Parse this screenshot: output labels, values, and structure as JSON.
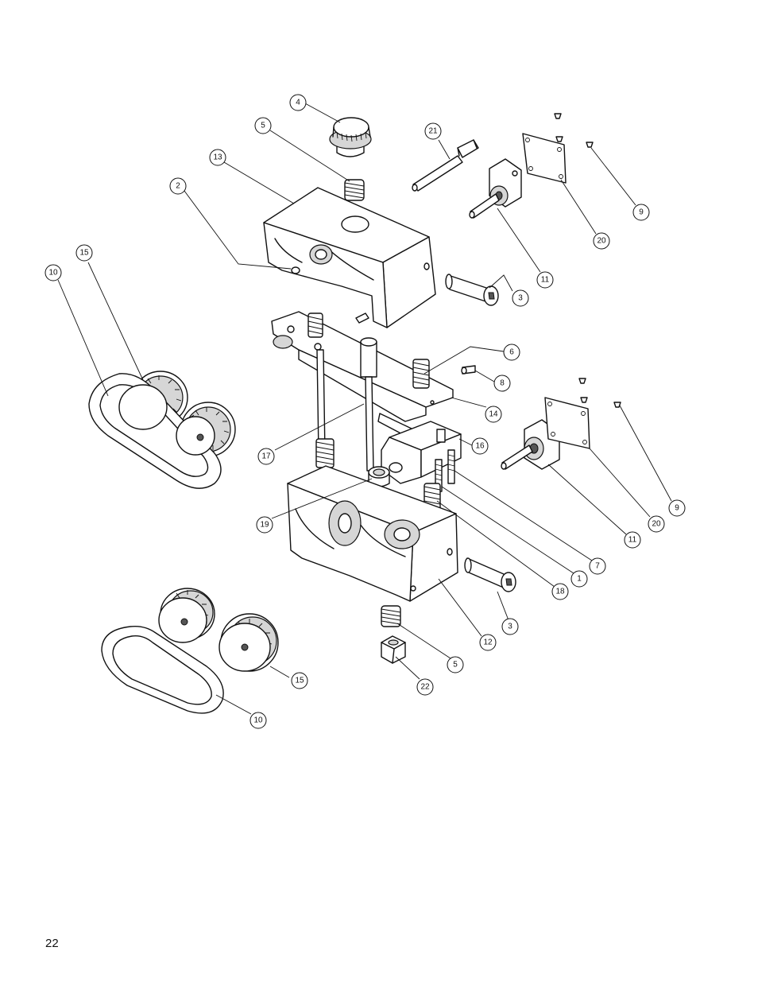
{
  "page": {
    "number": "22"
  },
  "diagram": {
    "callouts": [
      {
        "id": "c1",
        "label": "4"
      },
      {
        "id": "c2",
        "label": "5"
      },
      {
        "id": "c3",
        "label": "13"
      },
      {
        "id": "c4",
        "label": "2"
      },
      {
        "id": "c5",
        "label": "21"
      },
      {
        "id": "c6",
        "label": "9"
      },
      {
        "id": "c7",
        "label": "20"
      },
      {
        "id": "c8",
        "label": "11"
      },
      {
        "id": "c9",
        "label": "3"
      },
      {
        "id": "c10",
        "label": "15"
      },
      {
        "id": "c11",
        "label": "10"
      },
      {
        "id": "c12",
        "label": "6"
      },
      {
        "id": "c13",
        "label": "8"
      },
      {
        "id": "c14",
        "label": "14"
      },
      {
        "id": "c15",
        "label": "16"
      },
      {
        "id": "c16",
        "label": "17"
      },
      {
        "id": "c17",
        "label": "19"
      },
      {
        "id": "c18",
        "label": "9"
      },
      {
        "id": "c19",
        "label": "20"
      },
      {
        "id": "c20",
        "label": "11"
      },
      {
        "id": "c21",
        "label": "7"
      },
      {
        "id": "c22",
        "label": "1"
      },
      {
        "id": "c23",
        "label": "18"
      },
      {
        "id": "c24",
        "label": "3"
      },
      {
        "id": "c25",
        "label": "12"
      },
      {
        "id": "c26",
        "label": "5"
      },
      {
        "id": "c27",
        "label": "22"
      },
      {
        "id": "c28",
        "label": "15"
      },
      {
        "id": "c29",
        "label": "10"
      }
    ]
  }
}
